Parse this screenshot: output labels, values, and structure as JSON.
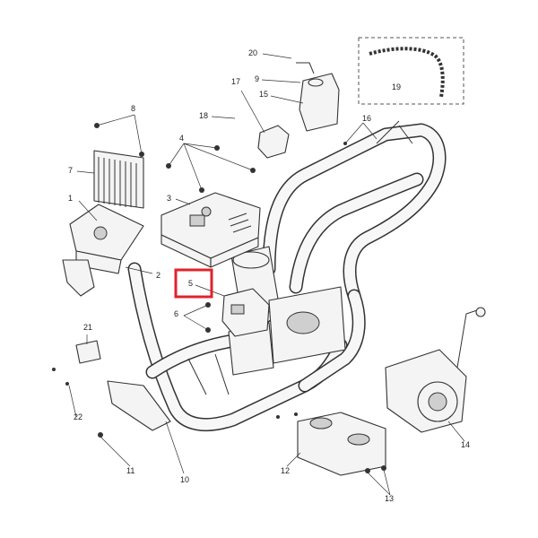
{
  "diagram": {
    "callouts": [
      {
        "id": "1",
        "label": "1"
      },
      {
        "id": "2",
        "label": "2"
      },
      {
        "id": "3",
        "label": "3"
      },
      {
        "id": "4",
        "label": "4"
      },
      {
        "id": "5",
        "label": "5"
      },
      {
        "id": "6",
        "label": "6"
      },
      {
        "id": "7",
        "label": "7"
      },
      {
        "id": "8",
        "label": "8"
      },
      {
        "id": "9",
        "label": "9"
      },
      {
        "id": "10",
        "label": "10"
      },
      {
        "id": "11",
        "label": "11"
      },
      {
        "id": "12",
        "label": "12"
      },
      {
        "id": "13",
        "label": "13"
      },
      {
        "id": "14",
        "label": "14"
      },
      {
        "id": "15",
        "label": "15"
      },
      {
        "id": "16",
        "label": "16"
      },
      {
        "id": "17",
        "label": "17"
      },
      {
        "id": "18",
        "label": "18"
      },
      {
        "id": "19",
        "label": "19"
      },
      {
        "id": "20",
        "label": "20"
      },
      {
        "id": "21",
        "label": "21"
      },
      {
        "id": "22",
        "label": "22"
      }
    ],
    "highlighted_callout": "5",
    "highlight_color": "#e0232c"
  }
}
